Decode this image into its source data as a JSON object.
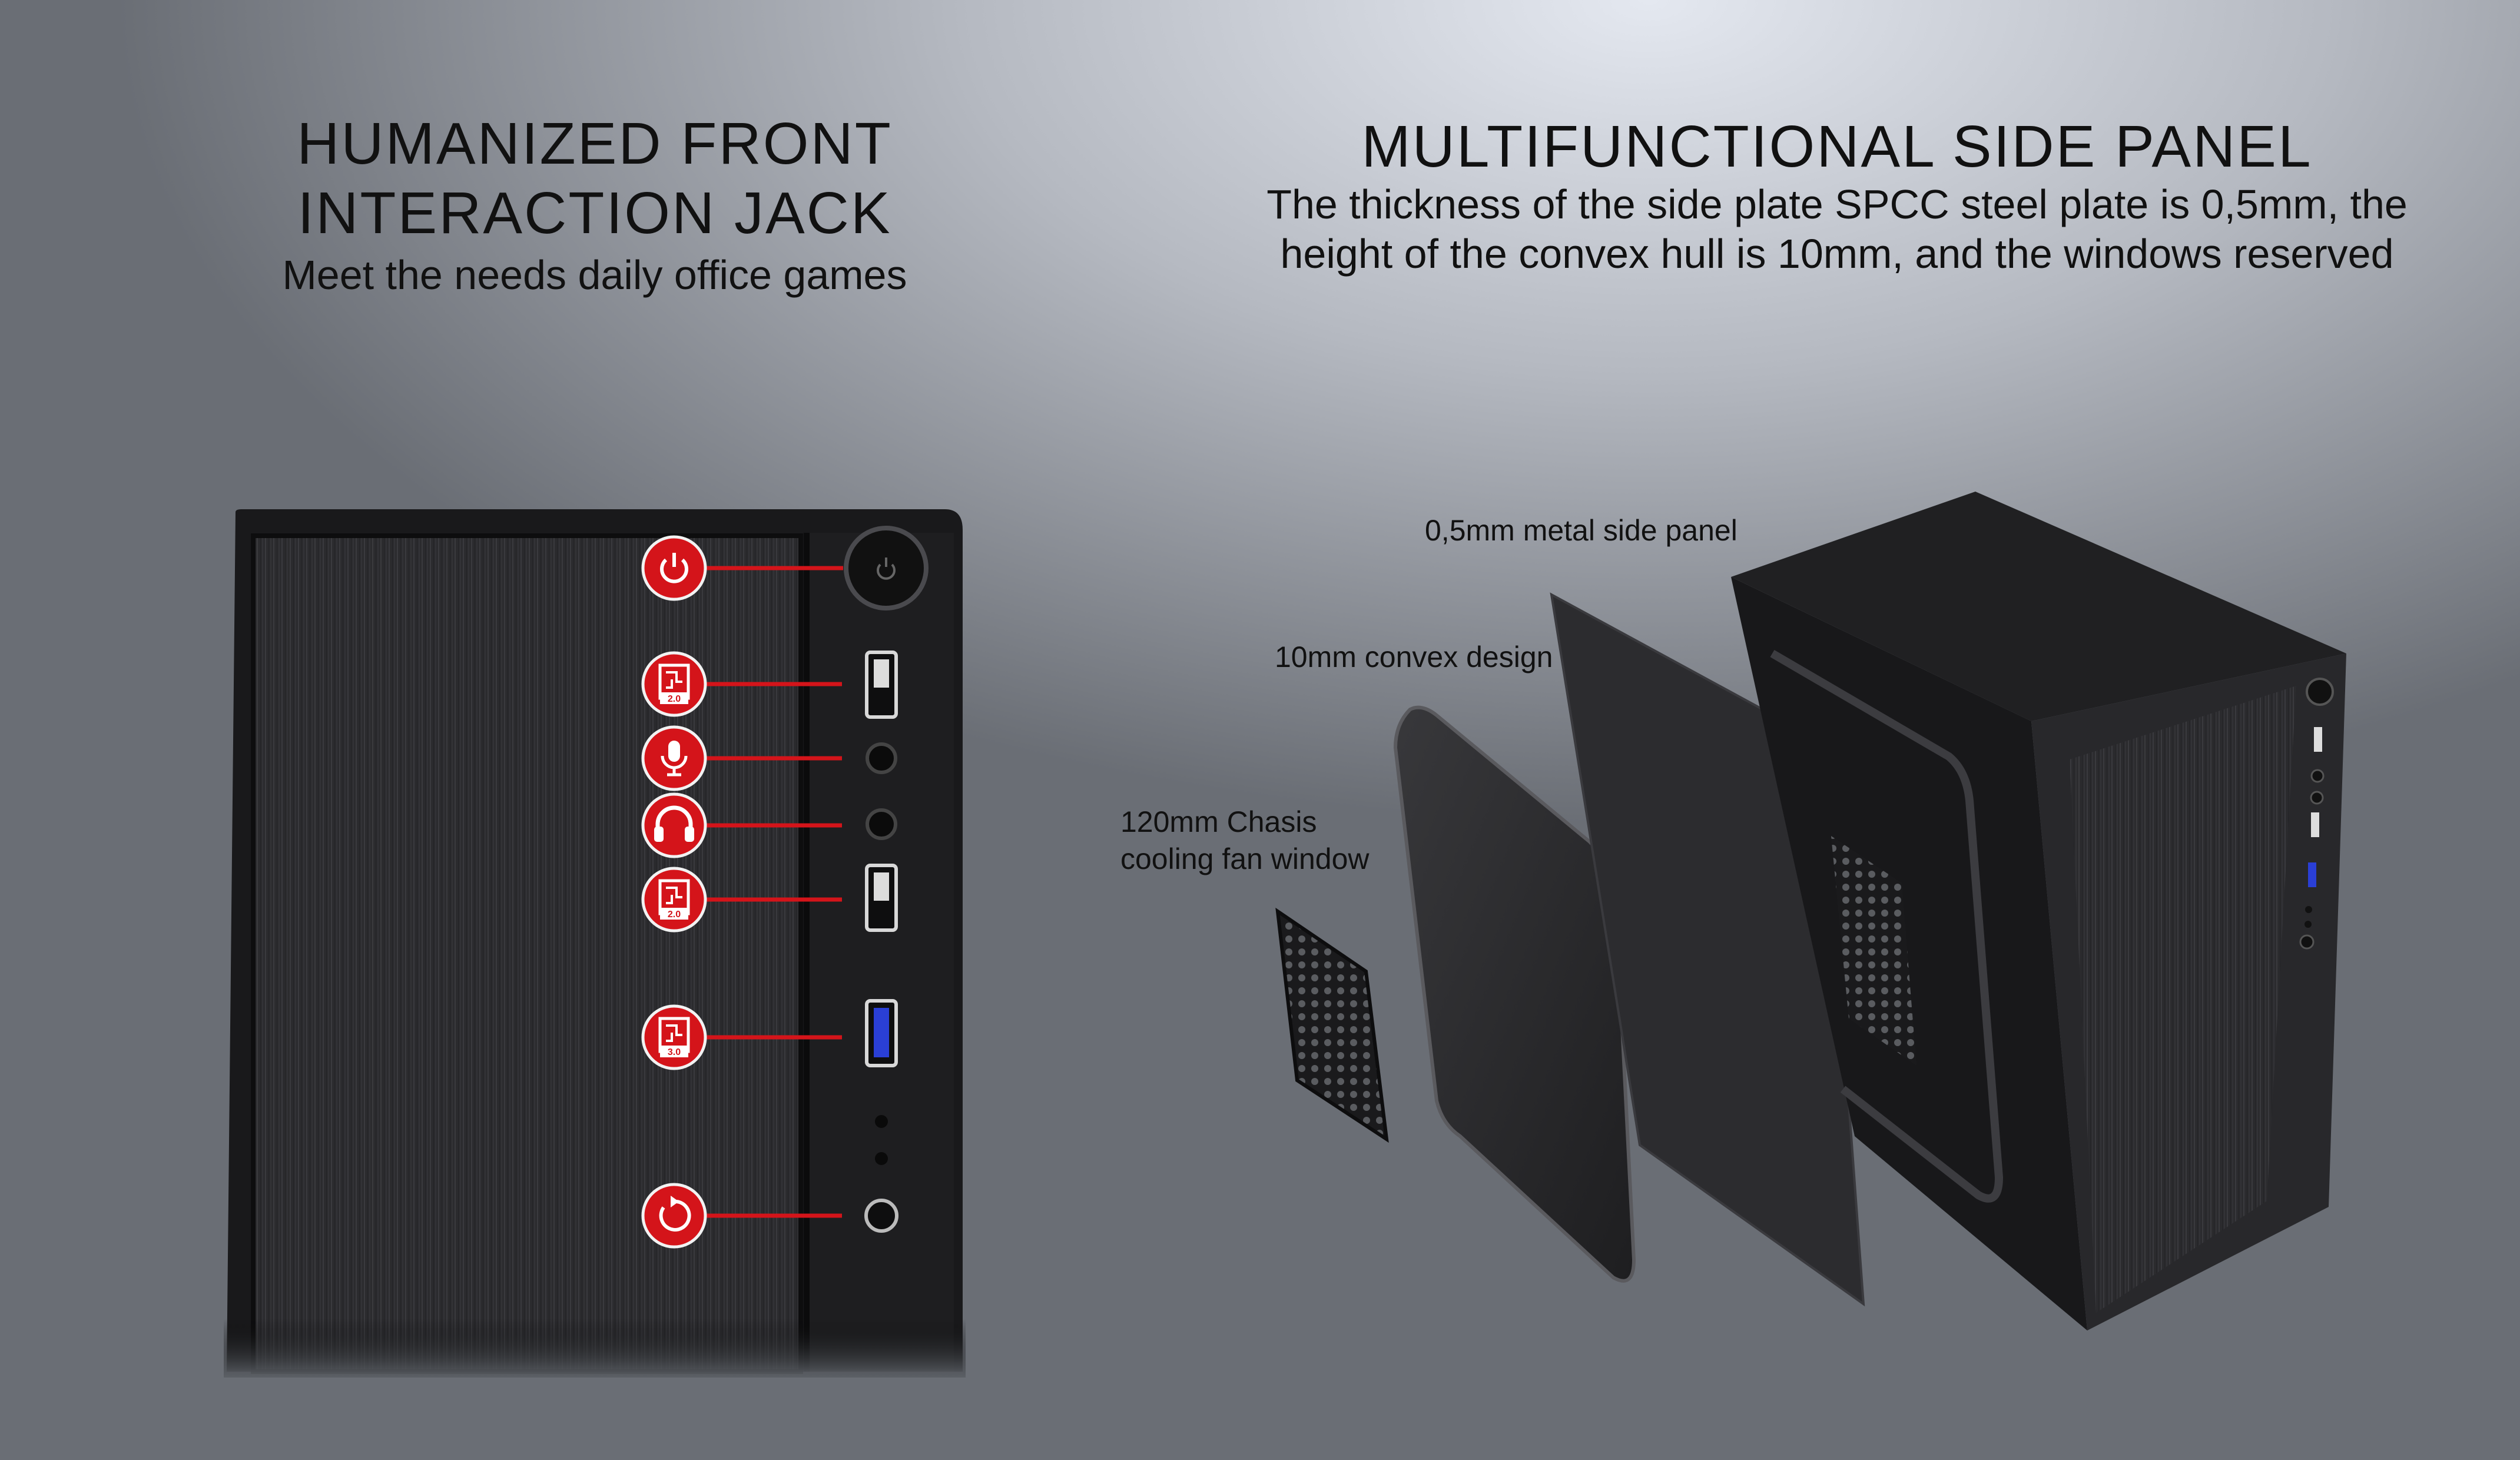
{
  "left": {
    "title_line1": "HUMANIZED FRONT",
    "title_line2": "INTERACTION JACK",
    "subtitle": "Meet the needs daily office games"
  },
  "right": {
    "title": "MULTIFUNCTIONAL SIDE PANEL",
    "desc_line1": "The thickness of the side plate SPCC steel plate is 0,5mm, the",
    "desc_line2": "height of the convex hull is 10mm, and the windows reserved"
  },
  "callouts": {
    "metal_panel": "0,5mm metal side panel",
    "convex": "10mm convex design",
    "fan_line1": "120mm Chasis",
    "fan_line2": "cooling fan window"
  },
  "front_ports": [
    {
      "icon": "power-icon",
      "kind": "power"
    },
    {
      "icon": "usb-icon",
      "kind": "usb",
      "version": "2.0"
    },
    {
      "icon": "microphone-icon",
      "kind": "mic"
    },
    {
      "icon": "headphones-icon",
      "kind": "headphones"
    },
    {
      "icon": "usb-icon",
      "kind": "usb",
      "version": "2.0"
    },
    {
      "icon": "usb-icon",
      "kind": "usb",
      "version": "3.0"
    },
    {
      "icon": "reset-icon",
      "kind": "reset"
    }
  ],
  "colors": {
    "marker_red": "#d4141a",
    "usb3_blue": "#2a3fd6",
    "case_black": "#1c1c1e"
  }
}
